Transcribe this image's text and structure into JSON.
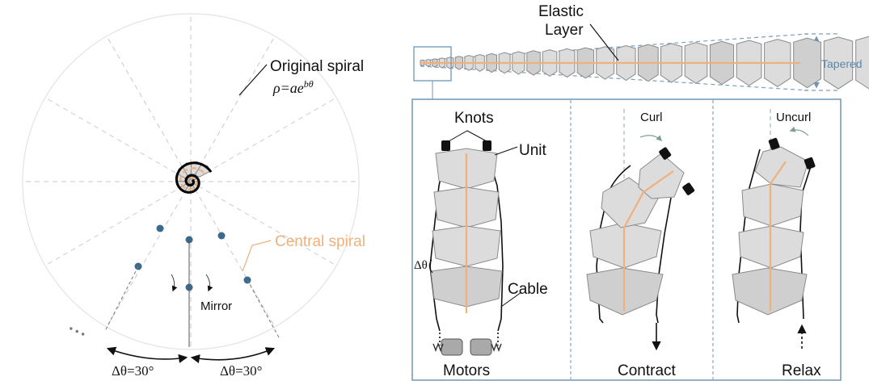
{
  "left_panel": {
    "original_spiral_label": "Original spiral",
    "equation_label": "ρ=ae",
    "equation_exponent": "bθ",
    "central_spiral_label": "Central spiral",
    "mirror_label": "Mirror",
    "angle_left_label": "Δθ=30°",
    "angle_right_label": "Δθ=30°",
    "ellipsis": "• • •"
  },
  "right_top": {
    "elastic_layer_label_line1": "Elastic",
    "elastic_layer_label_line2": "Layer",
    "tapered_label": "Tapered"
  },
  "right_bottom": {
    "knots_label": "Knots",
    "unit_label": "Unit",
    "cable_label": "Cable",
    "delta_theta_label": "Δθ",
    "motors_label": "Motors",
    "curl_label": "Curl",
    "contract_label": "Contract",
    "uncurl_label": "Uncurl",
    "relax_label": "Relax"
  },
  "colors": {
    "accent_orange": "#f0b07c",
    "accent_blue": "#6f95b5",
    "unit_grey": "#dcdcdc",
    "node_blue": "#3a6b8c"
  }
}
